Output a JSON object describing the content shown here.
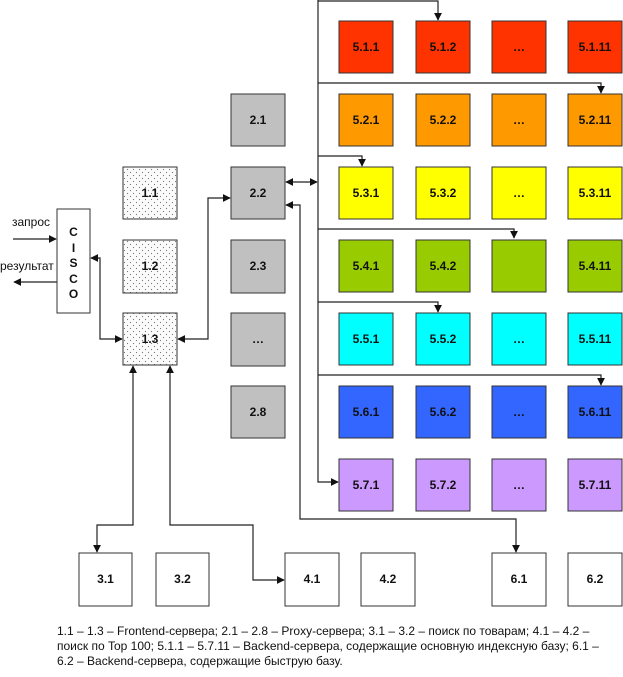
{
  "inputs": {
    "request": "запрос",
    "result": "результат"
  },
  "cisco": {
    "letters": [
      "C",
      "I",
      "S",
      "C",
      "O"
    ]
  },
  "frontend": [
    "1.1",
    "1.2",
    "1.3"
  ],
  "proxy": [
    "2.1",
    "2.2",
    "2.3",
    "…",
    "2.8"
  ],
  "search_goods": [
    "3.1",
    "3.2"
  ],
  "search_top": [
    "4.1",
    "4.2"
  ],
  "fast_backend": [
    "6.1",
    "6.2"
  ],
  "backend_rows": [
    {
      "color": "#ff3300",
      "cells": [
        "5.1.1",
        "5.1.2",
        "…",
        "5.1.11"
      ]
    },
    {
      "color": "#ff9900",
      "cells": [
        "5.2.1",
        "5.2.2",
        "…",
        "5.2.11"
      ]
    },
    {
      "color": "#ffff00",
      "cells": [
        "5.3.1",
        "5.3.2",
        "…",
        "5.3.11"
      ]
    },
    {
      "color": "#99cc00",
      "cells": [
        "5.4.1",
        "5.4.2",
        "",
        "5.4.11"
      ]
    },
    {
      "color": "#00ffff",
      "cells": [
        "5.5.1",
        "5.5.2",
        "…",
        "5.5.11"
      ]
    },
    {
      "color": "#3366ff",
      "cells": [
        "5.6.1",
        "5.6.2",
        "…",
        "5.6.11"
      ]
    },
    {
      "color": "#cc99ff",
      "cells": [
        "5.7.1",
        "5.7.2",
        "…",
        "5.7.11"
      ]
    }
  ],
  "colors": {
    "proxy": "#c0c0c0",
    "frontend": "#f4f4f4",
    "plain": "#ffffff"
  },
  "legend": "1.1 – 1.3 – Frontend-сервера; 2.1 – 2.8 – Proxy-сервера; 3.1 – 3.2 – поиск по товарам; 4.1 – 4.2 – поиск по Top 100; 5.1.1 – 5.7.11 – Backend-сервера, содержащие основную индексную базу; 6.1 – 6.2 – Backend-сервера, содержащие быструю базу."
}
